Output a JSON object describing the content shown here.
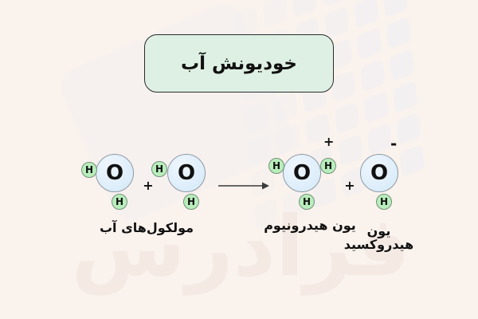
{
  "title": "خودیونش آب",
  "atoms": {
    "oxygen": "O",
    "hydrogen": "H"
  },
  "operators": {
    "plus": "+"
  },
  "charges": {
    "positive": "+",
    "negative": "-"
  },
  "labels": {
    "reactants": "مولکول‌های آب",
    "hydronium": "یون هیدرونیوم",
    "hydroxide": "یون\nهیدروکسید"
  },
  "watermark": {
    "text": "فرادرس"
  },
  "colors": {
    "background": "#faf2ed",
    "title_box_bg": "#def0e4",
    "title_box_border": "#2b2b2b",
    "oxygen_fill": "#dcedfa",
    "oxygen_border": "#8e9aa4",
    "hydrogen_fill": "#b8edbc",
    "hydrogen_border": "#75917a",
    "text": "#111111",
    "arrow": "#3a3a3a",
    "watermark_shape": "#f2eff1",
    "watermark_text": "#f4e9e3"
  }
}
